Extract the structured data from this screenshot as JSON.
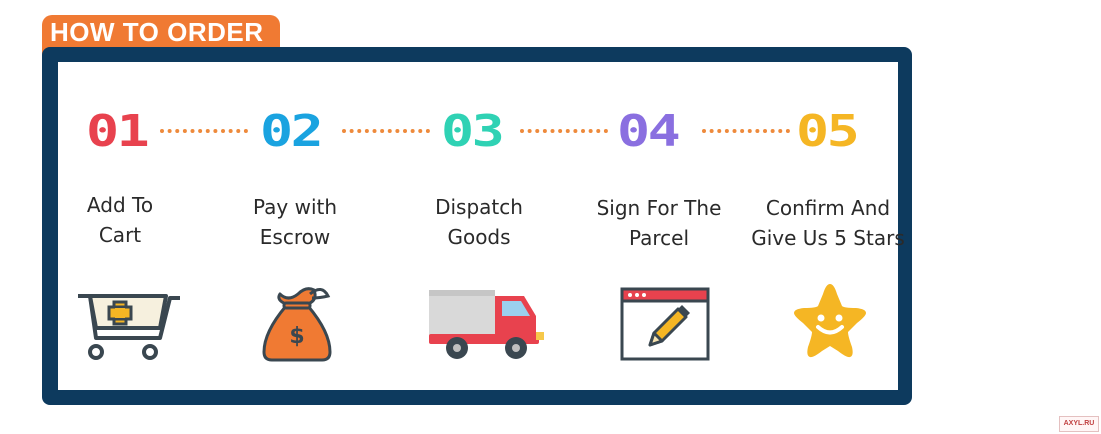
{
  "header": {
    "title": "HOW TO ORDER"
  },
  "steps": [
    {
      "number": "01",
      "label_line1": "Add To",
      "label_line2": "Cart",
      "icon": "shopping-cart-icon",
      "color": "#e8424e"
    },
    {
      "number": "02",
      "label_line1": "Pay with",
      "label_line2": "Escrow",
      "icon": "money-bag-icon",
      "color": "#1aa3e0"
    },
    {
      "number": "03",
      "label_line1": "Dispatch",
      "label_line2": "Goods",
      "icon": "delivery-truck-icon",
      "color": "#2fd2b4"
    },
    {
      "number": "04",
      "label_line1": "Sign For The",
      "label_line2": "Parcel",
      "icon": "sign-document-icon",
      "color": "#8a6fe0"
    },
    {
      "number": "05",
      "label_line1": "Confirm And",
      "label_line2": "Give Us 5 Stars",
      "icon": "smiling-star-icon",
      "color": "#f5b624"
    }
  ],
  "watermark": {
    "text": "AXYL.RU"
  }
}
